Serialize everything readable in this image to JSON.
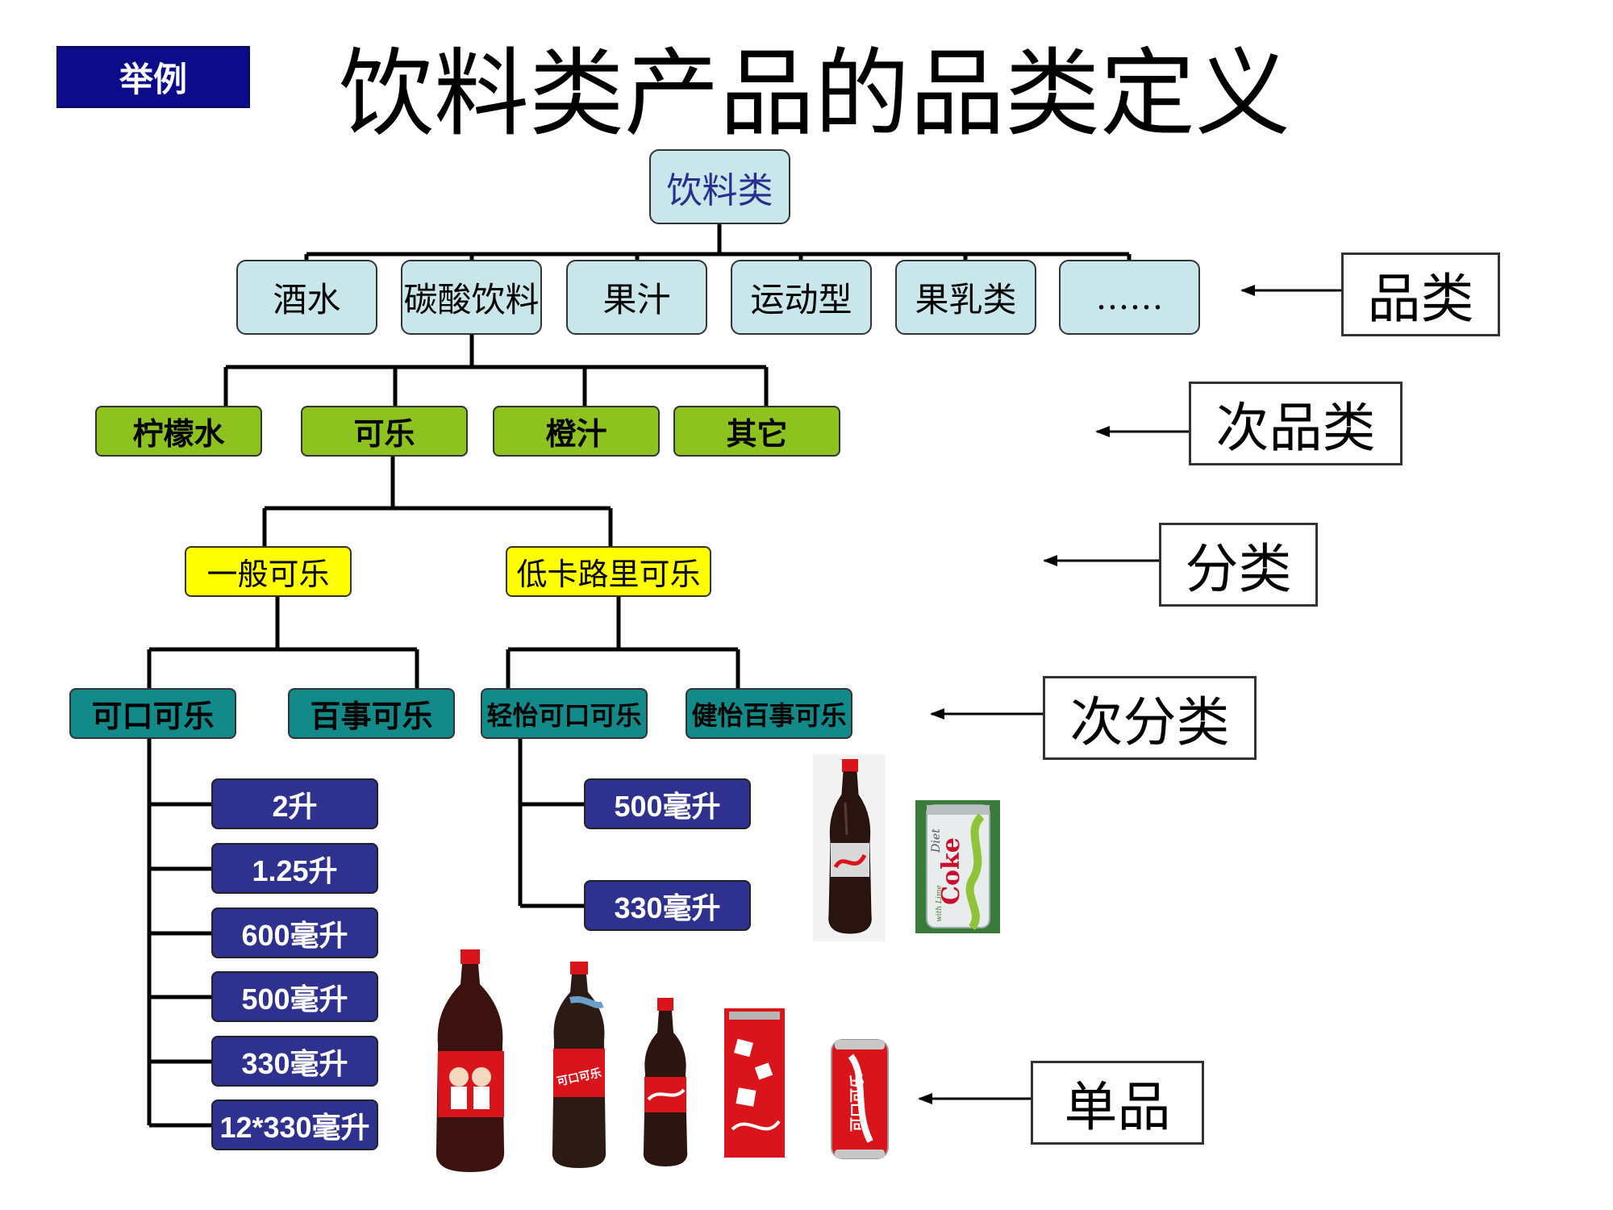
{
  "header": {
    "tag": "举例",
    "title": "饮料类产品的品类定义"
  },
  "root": {
    "label": "饮料类"
  },
  "categories": [
    {
      "label": "酒水"
    },
    {
      "label": "碳酸饮料"
    },
    {
      "label": "果汁"
    },
    {
      "label": "运动型"
    },
    {
      "label": "果乳类"
    },
    {
      "label": "……"
    }
  ],
  "subcategories": [
    {
      "label": "柠檬水"
    },
    {
      "label": "可乐"
    },
    {
      "label": "橙汁"
    },
    {
      "label": "其它"
    }
  ],
  "classes": [
    {
      "label": "一般可乐"
    },
    {
      "label": "低卡路里可乐"
    }
  ],
  "subclasses": [
    {
      "label": "可口可乐"
    },
    {
      "label": "百事可乐"
    },
    {
      "label": "轻怡可口可乐"
    },
    {
      "label": "健怡百事可乐"
    }
  ],
  "coke_sizes": [
    {
      "label": "2升"
    },
    {
      "label": "1.25升"
    },
    {
      "label": "600毫升"
    },
    {
      "label": "500毫升"
    },
    {
      "label": "330毫升"
    },
    {
      "label": "12*330毫升"
    }
  ],
  "light_sizes": [
    {
      "label": "500毫升"
    },
    {
      "label": "330毫升"
    }
  ],
  "levels": {
    "category": "品类",
    "subcategory": "次品类",
    "class": "分类",
    "subclass": "次分类",
    "sku": "单品"
  },
  "product_images": {
    "diet_can_text": "Coke",
    "diet_can_sub": "Diet",
    "diet_can_lime": "with Lime",
    "coke_script": "可口可乐"
  },
  "colors": {
    "tag_bg": "#0c0c8a",
    "category_bg": "#c9e6ea",
    "subcategory_bg": "#8dc21f",
    "class_bg": "#ffff00",
    "subclass_bg": "#138a8a",
    "size_bg": "#2f318f",
    "coke_red": "#d9141b"
  }
}
